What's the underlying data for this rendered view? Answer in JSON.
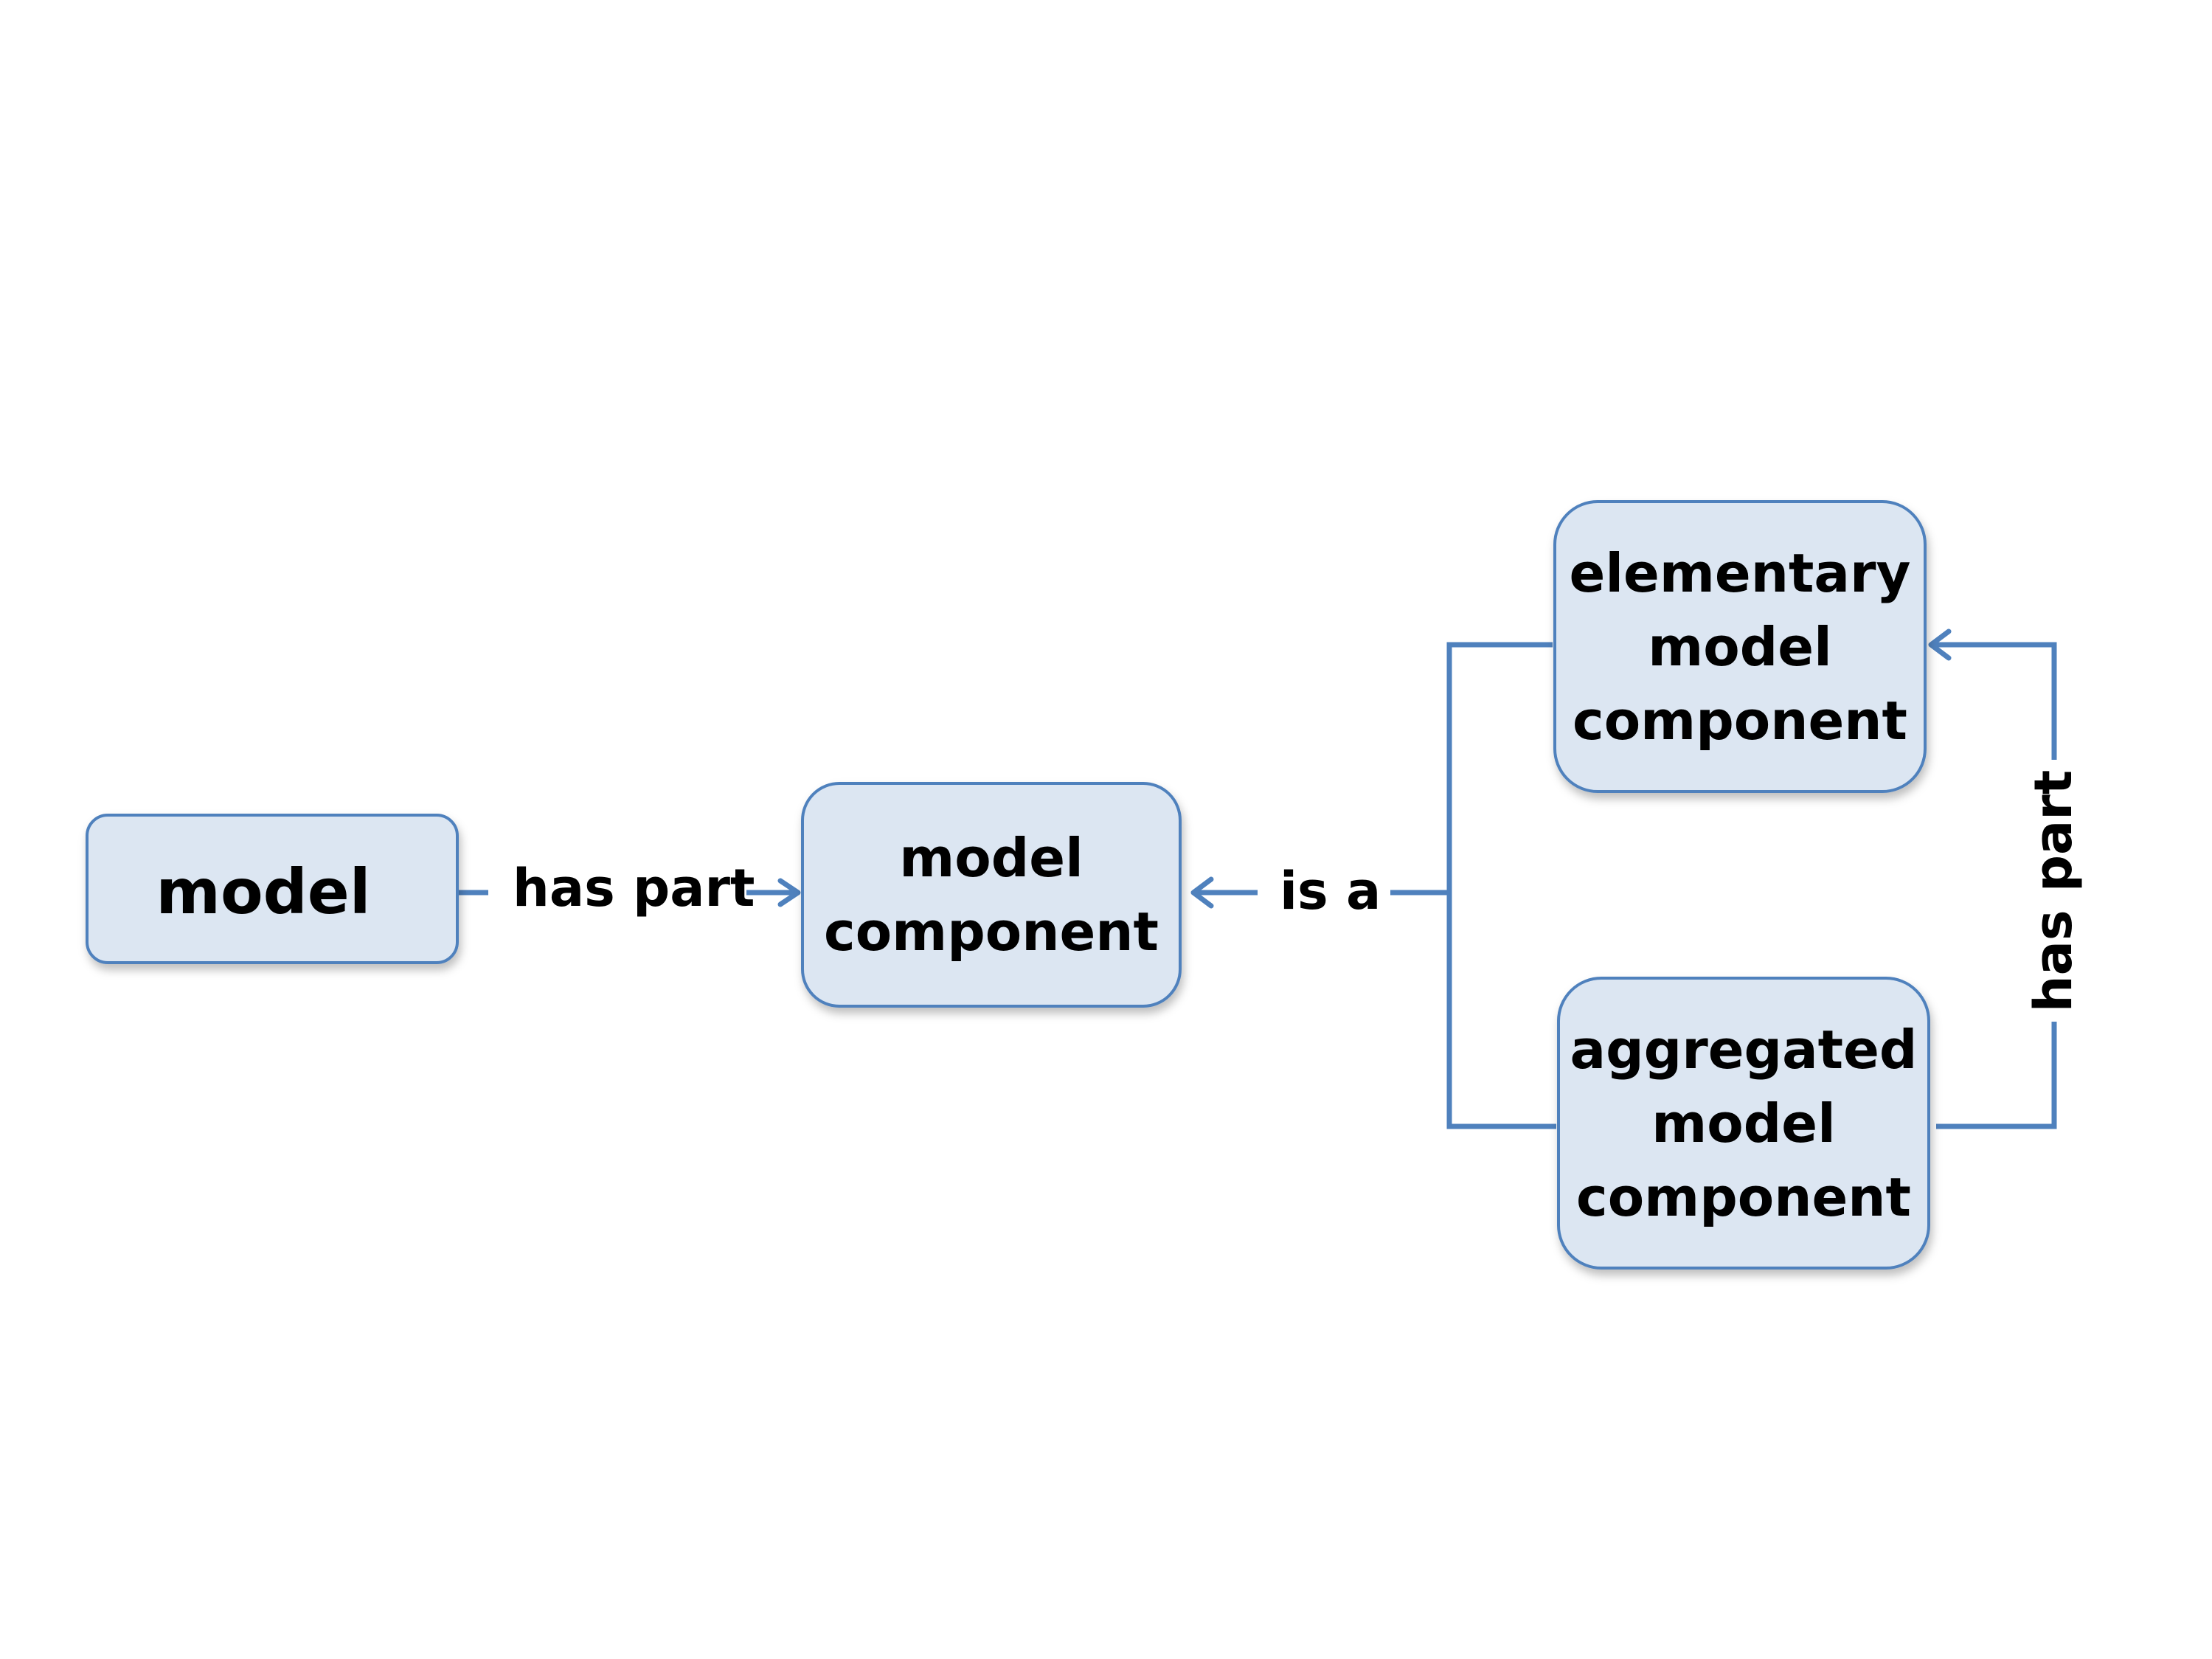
{
  "diagram": {
    "nodes": {
      "model": {
        "lines": [
          "model"
        ]
      },
      "model_component": {
        "lines": [
          "model",
          "component"
        ]
      },
      "elementary": {
        "lines": [
          "elementary",
          "model",
          "component"
        ]
      },
      "aggregated": {
        "lines": [
          "aggregated",
          "model",
          "component"
        ]
      }
    },
    "edges": {
      "model_has_part": "has part",
      "is_a": "is a",
      "aggregated_has_part": "has part"
    },
    "colors": {
      "box_fill": "#dce6f2",
      "box_border": "#4f81bd",
      "connector": "#4f81bd",
      "text": "#000000"
    }
  }
}
